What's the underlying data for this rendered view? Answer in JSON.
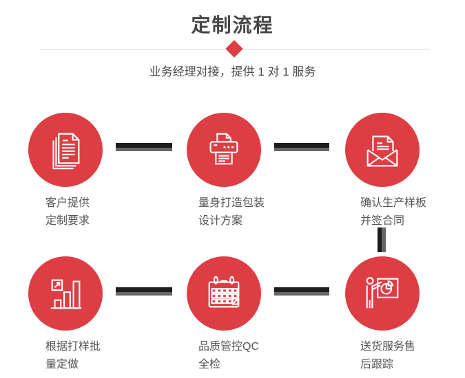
{
  "header": {
    "title": "定制流程",
    "subtitle": "业务经理对接，提供 1 对 1 服务"
  },
  "steps": [
    {
      "icon": "documents-icon",
      "lines": [
        "客户提供",
        "定制要求"
      ]
    },
    {
      "icon": "printer-icon",
      "lines": [
        "量身打造包装",
        "设计方案"
      ]
    },
    {
      "icon": "envelope-icon",
      "lines": [
        "确认生产样板",
        "并签合同"
      ]
    },
    {
      "icon": "bar-chart-icon",
      "lines": [
        "根据打样批",
        "量定做"
      ]
    },
    {
      "icon": "calendar-icon",
      "lines": [
        "品质管控QC",
        "全检"
      ]
    },
    {
      "icon": "presenter-icon",
      "lines": [
        "送货服务售",
        "后跟踪"
      ]
    }
  ],
  "colors": {
    "accent_red": "#dd3e44",
    "connector_dark": "#1d1d1d",
    "connector_gray": "#666666",
    "divider_gray": "#d6d6d6",
    "title_text": "#474747",
    "label_text": "#555555"
  }
}
